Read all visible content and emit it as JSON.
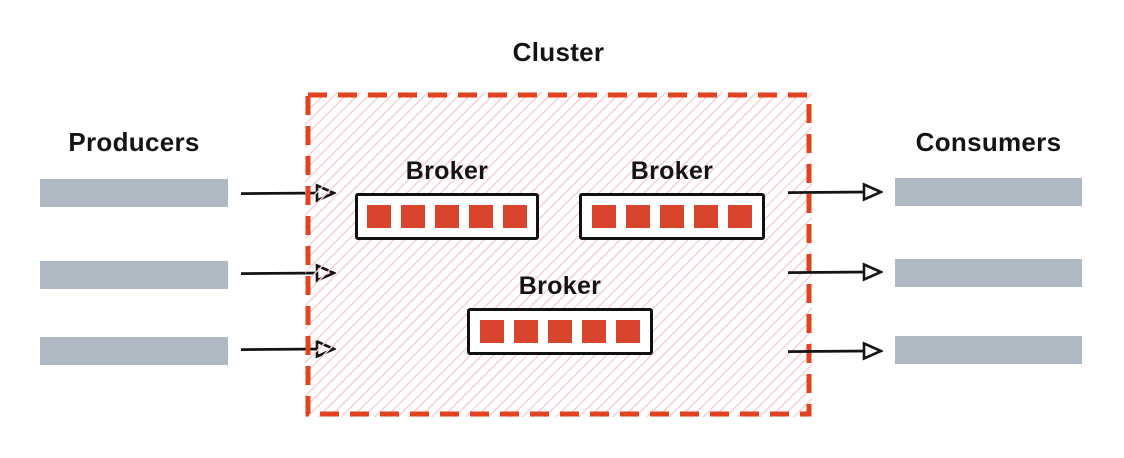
{
  "diagram": {
    "cluster": {
      "label": "Cluster"
    },
    "producers": {
      "label": "Producers",
      "stream_count": 3
    },
    "consumers": {
      "label": "Consumers",
      "stream_count": 3
    },
    "brokers": [
      {
        "label": "Broker",
        "partition_count": 5
      },
      {
        "label": "Broker",
        "partition_count": 5
      },
      {
        "label": "Broker",
        "partition_count": 5
      }
    ],
    "colors": {
      "partition_red": "#d9452c",
      "cluster_border_red": "#e2421f",
      "hatch_pink": "#f8ced5",
      "stream_bar_gray": "#aeb9c4",
      "arrow_black": "#141414"
    }
  }
}
